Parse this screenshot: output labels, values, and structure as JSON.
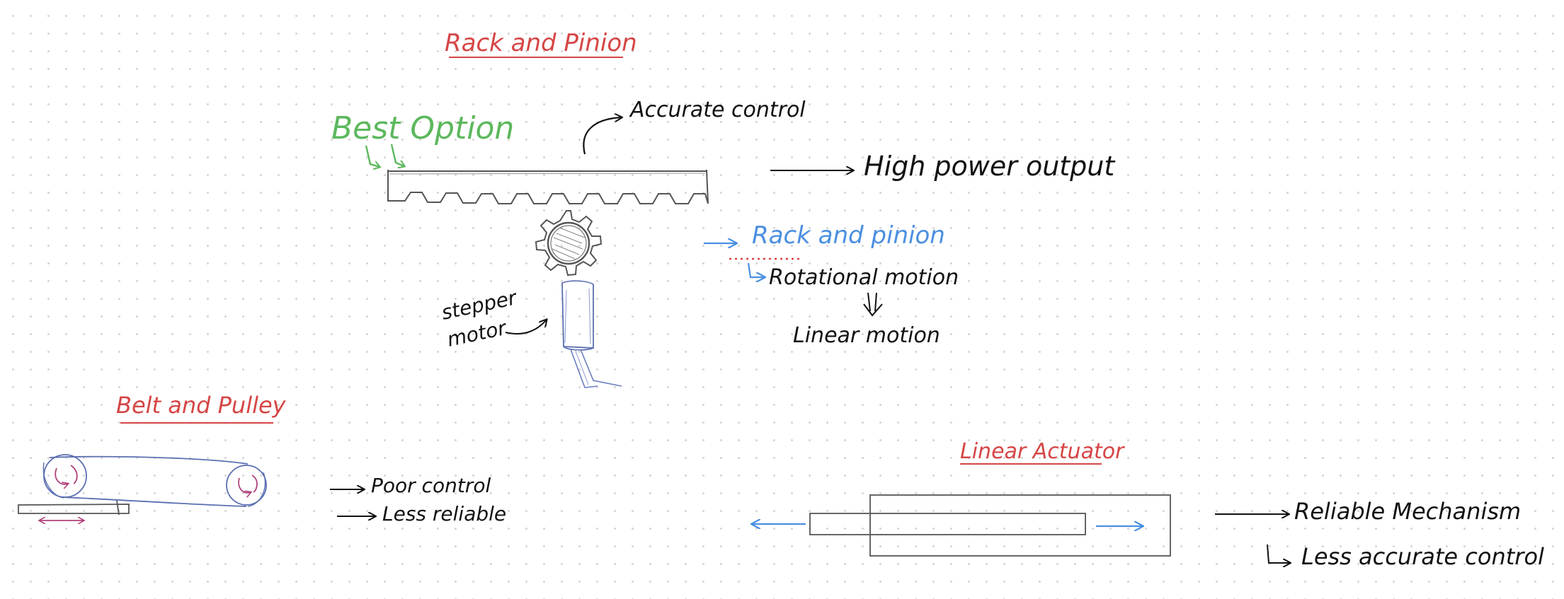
{
  "colors": {
    "heading": "#d64545",
    "highlight": "#5cb85c",
    "accent_blue": "#4a8fe0",
    "ink": "#111111",
    "sketch": "#555555",
    "pulley_mark": "#b0407a",
    "belt": "#5a6fb0",
    "dotted_red": "#e04040"
  },
  "rack_and_pinion": {
    "title": "Rack and Pinion",
    "best_option": "Best Option",
    "accurate_control": "Accurate control",
    "high_power_output": "High power output",
    "rack_and_pinion_label": "Rack and pinion",
    "rotational_motion": "Rotational motion",
    "linear_motion": "Linear motion",
    "stepper_line1": "stepper",
    "stepper_line2": "motor"
  },
  "belt_and_pulley": {
    "title": "Belt and Pulley",
    "poor_control": "Poor control",
    "less_reliable": "Less reliable"
  },
  "linear_actuator": {
    "title": "Linear Actuator",
    "reliable_mechanism": "Reliable Mechanism",
    "less_accurate_control": "Less accurate control"
  },
  "icons": {
    "rack": "rack-icon",
    "gear": "gear-icon",
    "motor": "stepper-motor-icon",
    "pulley": "pulley-icon",
    "actuator": "linear-actuator-icon"
  }
}
